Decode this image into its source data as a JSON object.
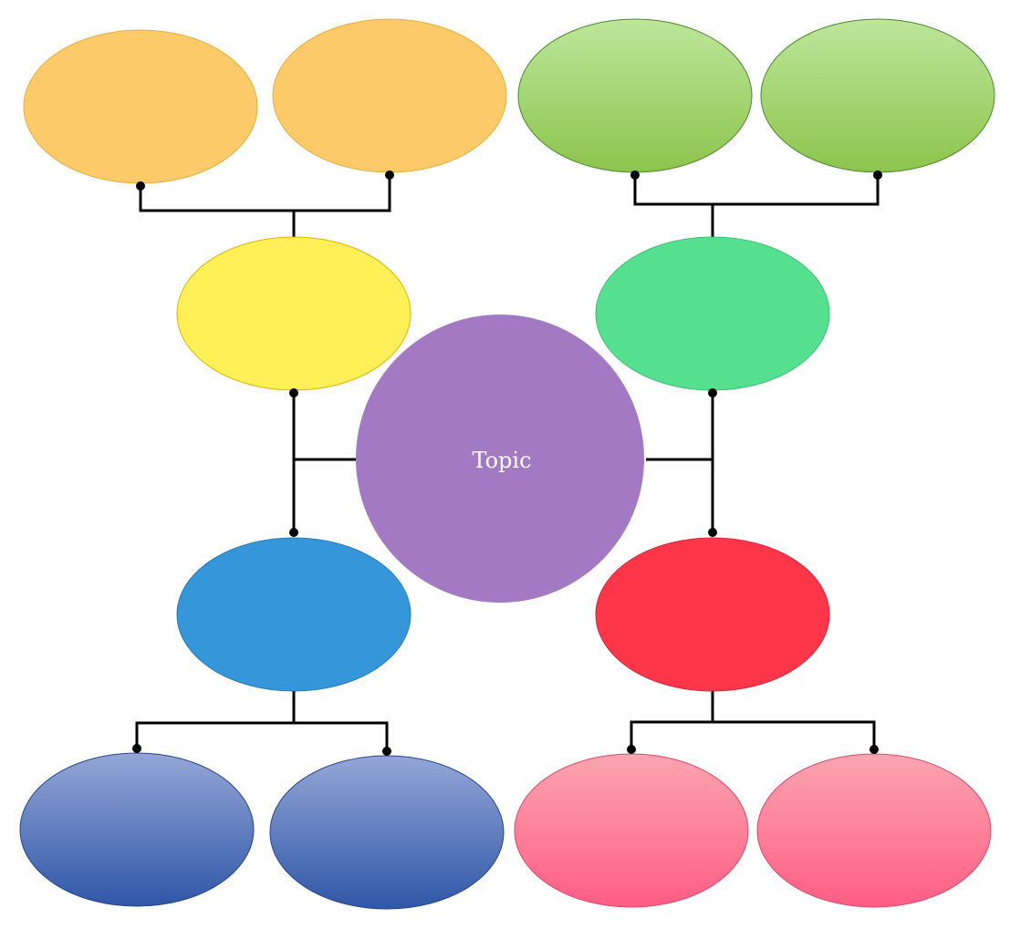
{
  "topic": {
    "label": "Topic",
    "color": "#a479c4"
  },
  "branches": {
    "top_left": {
      "color": "#fff057",
      "children": [
        "#fdca6a",
        "#fdca6a"
      ]
    },
    "top_right": {
      "color": "#55e08f",
      "children": [
        "green-gradient",
        "green-gradient"
      ]
    },
    "bottom_left": {
      "color": "#3596da",
      "children": [
        "blue-gradient",
        "blue-gradient"
      ]
    },
    "bottom_right": {
      "color": "#ff3649",
      "children": [
        "pink-gradient",
        "pink-gradient"
      ]
    }
  }
}
